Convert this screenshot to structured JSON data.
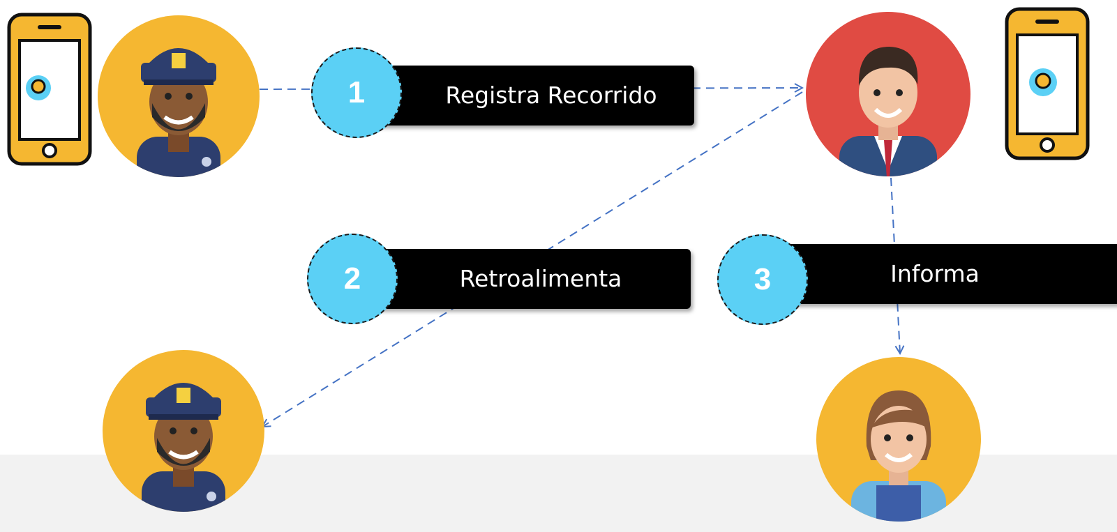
{
  "steps": [
    {
      "number": "1",
      "label": "Registra Recorrido"
    },
    {
      "number": "2",
      "label": "Retroalimenta"
    },
    {
      "number": "3",
      "label": "Informa"
    }
  ],
  "colors": {
    "bar": "#000000",
    "number_badge": "#5bd0f5",
    "connector": "#4472c4",
    "avatar_yellow": "#f5b731",
    "avatar_red": "#e04b43",
    "phone_body": "#f5b731"
  },
  "actors": [
    {
      "role": "police-officer",
      "icon": "police-officer-icon"
    },
    {
      "role": "supervisor",
      "icon": "businessman-icon"
    },
    {
      "role": "police-officer",
      "icon": "police-officer-icon"
    },
    {
      "role": "resident",
      "icon": "woman-resident-icon"
    }
  ],
  "devices": [
    {
      "icon": "smartphone-app-icon"
    },
    {
      "icon": "smartphone-app-icon"
    }
  ]
}
